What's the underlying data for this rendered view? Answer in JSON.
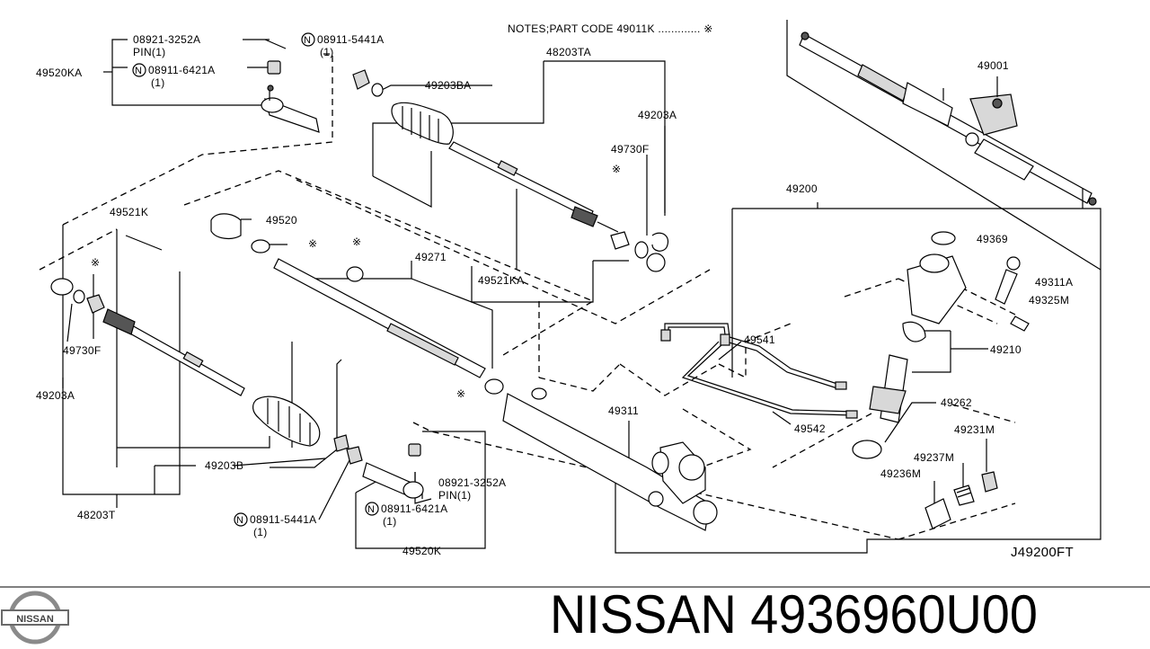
{
  "notes": "NOTES;PART CODE 49011K ............. ※",
  "footer_code": "J49200FT",
  "brand_name": "NISSAN",
  "part_number": "4936960U00",
  "logo_text": "NISSAN",
  "labels": {
    "l49001": "49001",
    "l48203TA": "48203TA",
    "l49203BA": "49203BA",
    "l49203A_top": "49203A",
    "l49730F_top": "49730F",
    "l49521KA": "49521KA",
    "l08921_top": "08921-3252A",
    "pin_top": "PIN(1)",
    "l49520KA": "49520KA",
    "l08911_6421_top": "08911-6421A",
    "qty_6421_top": "(1)",
    "l08911_5441_top": "08911-5441A",
    "qty_5441_top": "(1)",
    "l49521K": "49521K",
    "l49520": "49520",
    "l49271": "49271",
    "l49200": "49200",
    "l49369": "49369",
    "l49311A": "49311A",
    "l49325M": "49325M",
    "l49210": "49210",
    "l49541": "49541",
    "l49542": "49542",
    "l49311": "49311",
    "l49262": "49262",
    "l49231M": "49231M",
    "l49237M": "49237M",
    "l49236M": "49236M",
    "l49730F_left": "49730F",
    "l49203A_left": "49203A",
    "l49203B": "49203B",
    "l48203T": "48203T",
    "l08921_bot": "08921-3252A",
    "pin_bot": "PIN(1)",
    "l08911_6421_bot": "08911-6421A",
    "qty_6421_bot": "(1)",
    "l08911_5441_bot": "08911-5441A",
    "qty_5441_bot": "(1)",
    "l49520K": "49520K",
    "mark": "※",
    "circle_n": "N"
  }
}
